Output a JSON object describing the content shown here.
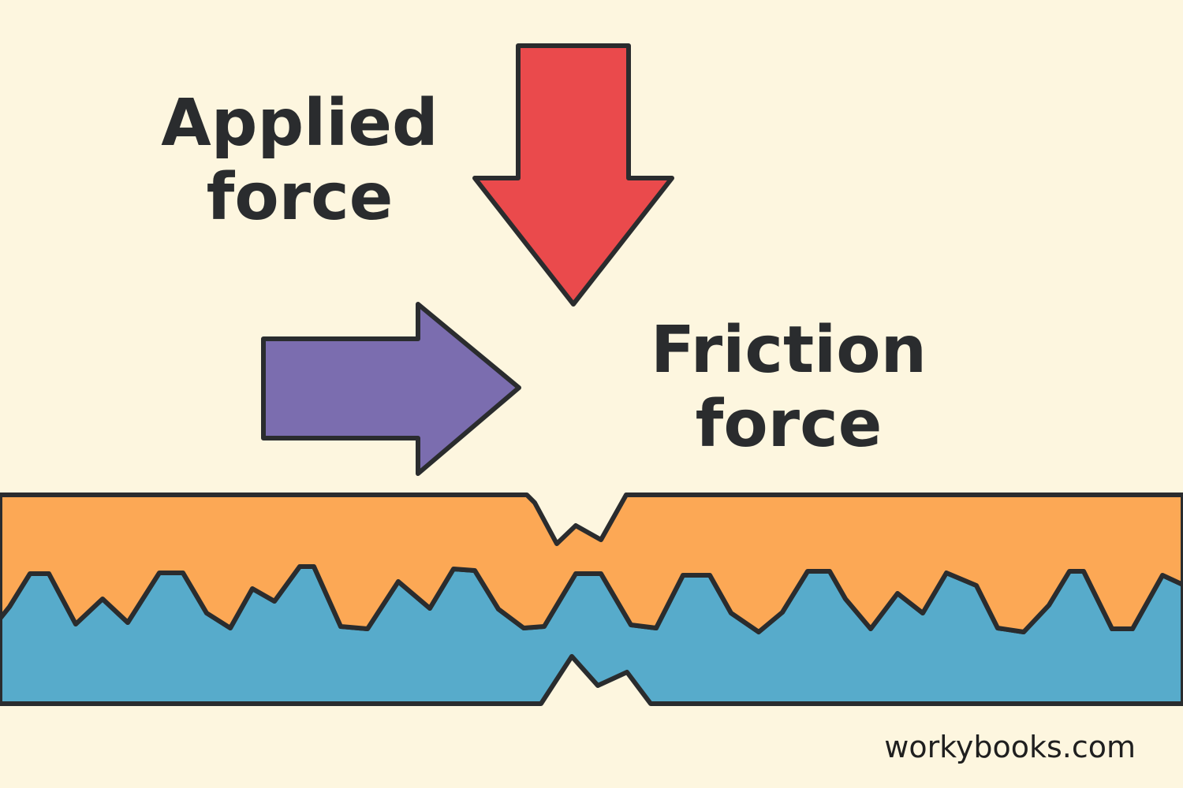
{
  "labels": {
    "applied_line1": "Applied",
    "applied_line2": "force",
    "friction_line1": "Friction",
    "friction_line2": "force"
  },
  "watermark": "workybooks.com",
  "colors": {
    "background": "#FDF6DF",
    "applied_arrow": "#EA4A4C",
    "friction_arrow": "#7B6DAF",
    "upper_surface": "#FCA855",
    "lower_surface": "#57ABCB",
    "outline": "#2A2C2E"
  }
}
